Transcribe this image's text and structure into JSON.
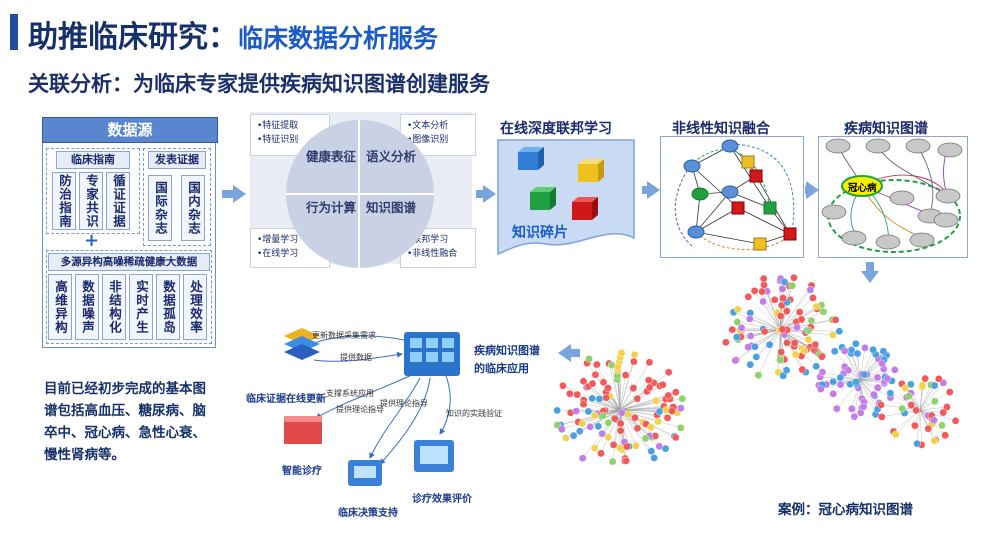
{
  "title": {
    "main": "助推临床研究：",
    "sub": "临床数据分析服务"
  },
  "subtitle": "关联分析：为临床专家提供疾病知识图谱创建服务",
  "data_source": {
    "header": "数据源",
    "group1": {
      "label": "临床指南",
      "items": [
        "防治指南",
        "专家共识",
        "循证证据"
      ]
    },
    "group2": {
      "label": "发表证据",
      "items": [
        "国际杂志",
        "国内杂志"
      ]
    },
    "plus": "+",
    "group3": {
      "label": "多源异构高噪稀疏健康大数据",
      "items": [
        "高维异构",
        "数据噪声",
        "非结构化",
        "实时产生",
        "数据孤岛",
        "处理效率"
      ]
    }
  },
  "quadrant": {
    "top_left": [
      "•特征提取",
      "•特征识别"
    ],
    "top_right": [
      "•文本分析",
      "•图像识别"
    ],
    "bottom_left": [
      "•增量学习",
      "•在线学习"
    ],
    "bottom_right": [
      "•联邦学习",
      "•非线性融合"
    ],
    "q1": "健康表征",
    "q2": "语义分析",
    "q3": "行为计算",
    "q4": "知识图谱"
  },
  "fed_learning": {
    "title": "在线深度联邦学习",
    "caption": "知识碎片"
  },
  "nonlinear": {
    "title": "非线性知识融合"
  },
  "kg": {
    "title": "疾病知识图谱",
    "center": "冠心病"
  },
  "application": {
    "title_line1": "疾病知识图谱",
    "title_line2": "的临床应用",
    "update": "临床证据在线更新",
    "diagnosis": "智能诊疗",
    "decision": "临床决策支持",
    "evaluation": "诊疗效果评价",
    "edge_labels": [
      "更新数据采集需求",
      "提供数据",
      "支撑系统应用",
      "提供理论指导",
      "提供理论指导",
      "知识的实践验证"
    ]
  },
  "description": "目前已经初步完成的基本图谱包括高血压、糖尿病、脑卒中、冠心病、急性心衰、慢性肾病等。",
  "case_caption": "案例：冠心病知识图谱",
  "colors": {
    "accent": "#1f4e9c",
    "sub_accent": "#1a5bc8",
    "arrow": "#7aa4dd"
  }
}
